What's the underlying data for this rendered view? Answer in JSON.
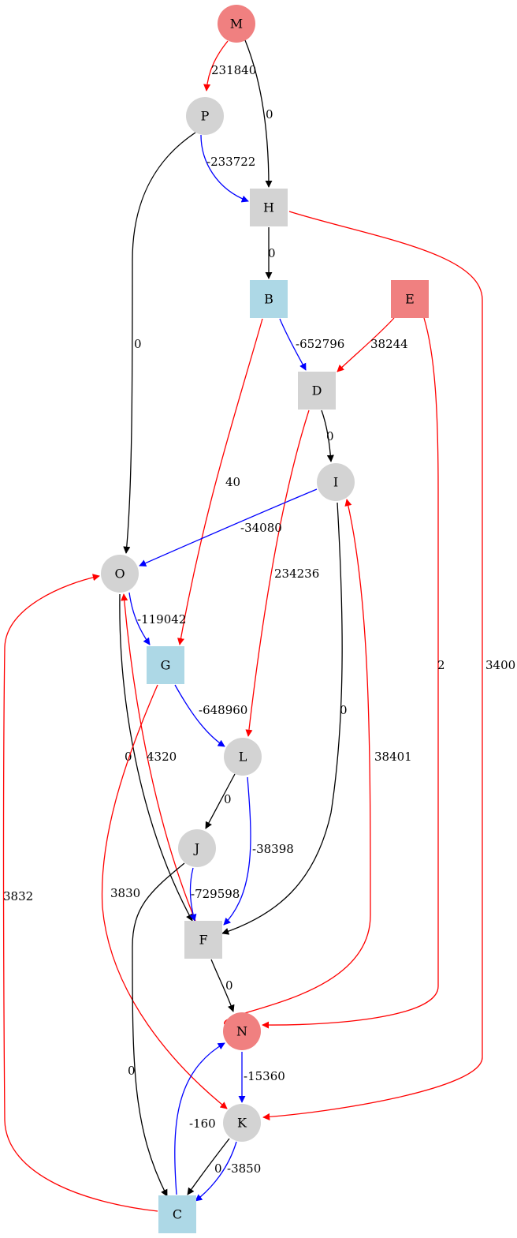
{
  "colors": {
    "gray": "#d3d3d3",
    "red": "#f08080",
    "blue": "#add8e6",
    "edge_black": "#000000",
    "edge_red": "#ff0000",
    "edge_blue": "#0000ff"
  },
  "nodes": [
    {
      "id": "M",
      "label": "M",
      "shape": "circle",
      "fill": "red"
    },
    {
      "id": "P",
      "label": "P",
      "shape": "circle",
      "fill": "gray"
    },
    {
      "id": "H",
      "label": "H",
      "shape": "box",
      "fill": "gray"
    },
    {
      "id": "B",
      "label": "B",
      "shape": "box",
      "fill": "blue"
    },
    {
      "id": "E",
      "label": "E",
      "shape": "box",
      "fill": "red"
    },
    {
      "id": "D",
      "label": "D",
      "shape": "box",
      "fill": "gray"
    },
    {
      "id": "I",
      "label": "I",
      "shape": "circle",
      "fill": "gray"
    },
    {
      "id": "O",
      "label": "O",
      "shape": "circle",
      "fill": "gray"
    },
    {
      "id": "G",
      "label": "G",
      "shape": "box",
      "fill": "blue"
    },
    {
      "id": "L",
      "label": "L",
      "shape": "circle",
      "fill": "gray"
    },
    {
      "id": "J",
      "label": "J",
      "shape": "circle",
      "fill": "gray"
    },
    {
      "id": "F",
      "label": "F",
      "shape": "box",
      "fill": "gray"
    },
    {
      "id": "N",
      "label": "N",
      "shape": "circle",
      "fill": "red"
    },
    {
      "id": "K",
      "label": "K",
      "shape": "circle",
      "fill": "gray"
    },
    {
      "id": "C",
      "label": "C",
      "shape": "box",
      "fill": "blue"
    }
  ],
  "edges": [
    {
      "from": "M",
      "to": "P",
      "label": "231840",
      "color": "red"
    },
    {
      "from": "M",
      "to": "H",
      "label": "0",
      "color": "black"
    },
    {
      "from": "P",
      "to": "H",
      "label": "-233722",
      "color": "blue"
    },
    {
      "from": "P",
      "to": "O",
      "label": "0",
      "color": "black"
    },
    {
      "from": "H",
      "to": "B",
      "label": "0",
      "color": "black"
    },
    {
      "from": "H",
      "to": "K",
      "label": "3400",
      "color": "red"
    },
    {
      "from": "B",
      "to": "D",
      "label": "-652796",
      "color": "blue"
    },
    {
      "from": "B",
      "to": "G",
      "label": "40",
      "color": "red"
    },
    {
      "from": "E",
      "to": "D",
      "label": "38244",
      "color": "red"
    },
    {
      "from": "E",
      "to": "N",
      "label": "2",
      "color": "red"
    },
    {
      "from": "D",
      "to": "I",
      "label": "0",
      "color": "black"
    },
    {
      "from": "D",
      "to": "L",
      "label": "234236",
      "color": "red"
    },
    {
      "from": "I",
      "to": "O",
      "label": "-34080",
      "color": "blue"
    },
    {
      "from": "I",
      "to": "F",
      "label": "0",
      "color": "black"
    },
    {
      "from": "O",
      "to": "G",
      "label": "-119042",
      "color": "blue"
    },
    {
      "from": "O",
      "to": "F",
      "label": "0",
      "color": "black"
    },
    {
      "from": "G",
      "to": "L",
      "label": "-648960",
      "color": "blue"
    },
    {
      "from": "G",
      "to": "K",
      "label": "3830",
      "color": "red"
    },
    {
      "from": "F",
      "to": "O",
      "label": "4320",
      "color": "red"
    },
    {
      "from": "L",
      "to": "J",
      "label": "0",
      "color": "black"
    },
    {
      "from": "L",
      "to": "F",
      "label": "-38398",
      "color": "blue"
    },
    {
      "from": "J",
      "to": "F",
      "label": "-729598",
      "color": "blue"
    },
    {
      "from": "J",
      "to": "C",
      "label": "0",
      "color": "black"
    },
    {
      "from": "F",
      "to": "N",
      "label": "0",
      "color": "black"
    },
    {
      "from": "N",
      "to": "I",
      "label": "38401",
      "color": "red"
    },
    {
      "from": "N",
      "to": "K",
      "label": "-15360",
      "color": "blue"
    },
    {
      "from": "K",
      "to": "C",
      "label": "0",
      "color": "black"
    },
    {
      "from": "K",
      "to": "C",
      "label": "-3850",
      "color": "blue"
    },
    {
      "from": "C",
      "to": "N",
      "label": "-160",
      "color": "blue"
    },
    {
      "from": "C",
      "to": "O",
      "label": "3832",
      "color": "red"
    }
  ]
}
